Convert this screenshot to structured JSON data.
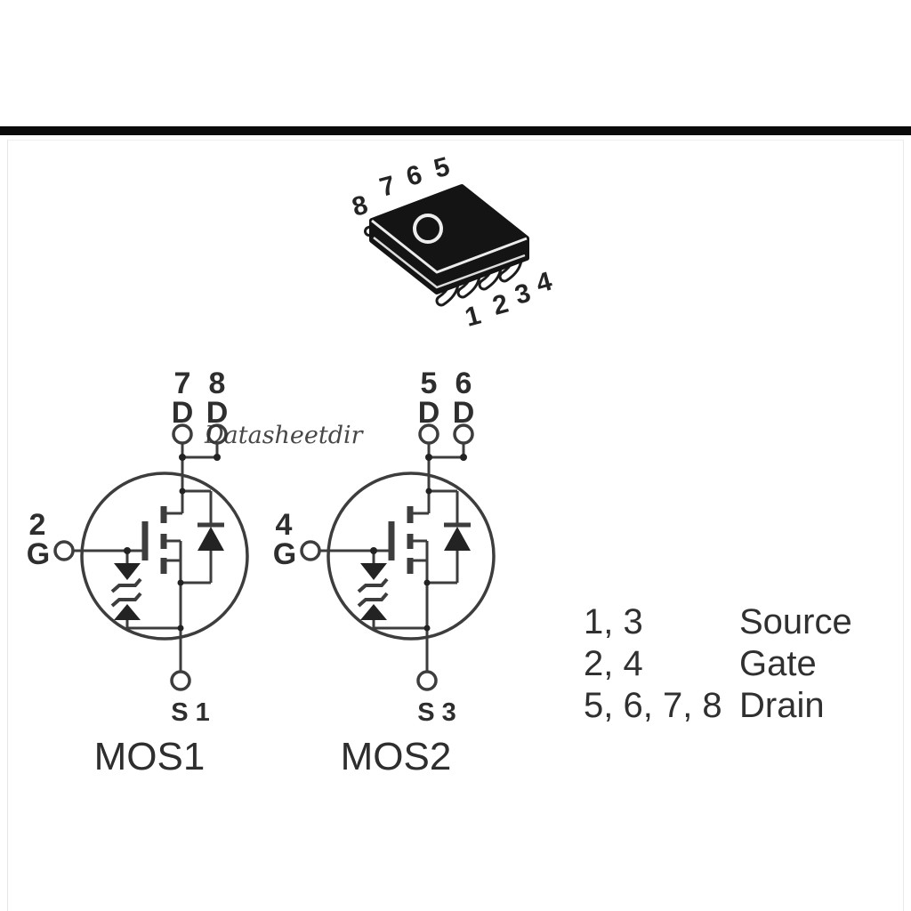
{
  "page": {
    "top_bar_color": "#0b0b0b",
    "background": "#ffffff",
    "line_color": "#3d3d3d",
    "text_color": "#2e2e2e"
  },
  "watermark": {
    "text": "Datasheetdir",
    "color": "#7d9170"
  },
  "package": {
    "body_color": "#141414",
    "top_pin_labels": [
      "8",
      "7",
      "6",
      "5"
    ],
    "bottom_pin_labels": [
      "1",
      "2",
      "3",
      "4"
    ]
  },
  "mos1": {
    "pin_left": "7",
    "pin_right": "8",
    "d_left": "D",
    "d_right": "D",
    "gate_pin": "2",
    "gate_letter": "G",
    "source_label": "S 1",
    "title": "MOS1"
  },
  "mos2": {
    "pin_left": "5",
    "pin_right": "6",
    "d_left": "D",
    "d_right": "D",
    "gate_pin": "4",
    "gate_letter": "G",
    "source_label": "S 3",
    "title": "MOS2"
  },
  "legend": {
    "rows": [
      {
        "pins": "1, 3",
        "func": "Source"
      },
      {
        "pins": "2, 4",
        "func": "Gate"
      },
      {
        "pins": "5, 6, 7, 8",
        "func": "Drain"
      }
    ]
  }
}
